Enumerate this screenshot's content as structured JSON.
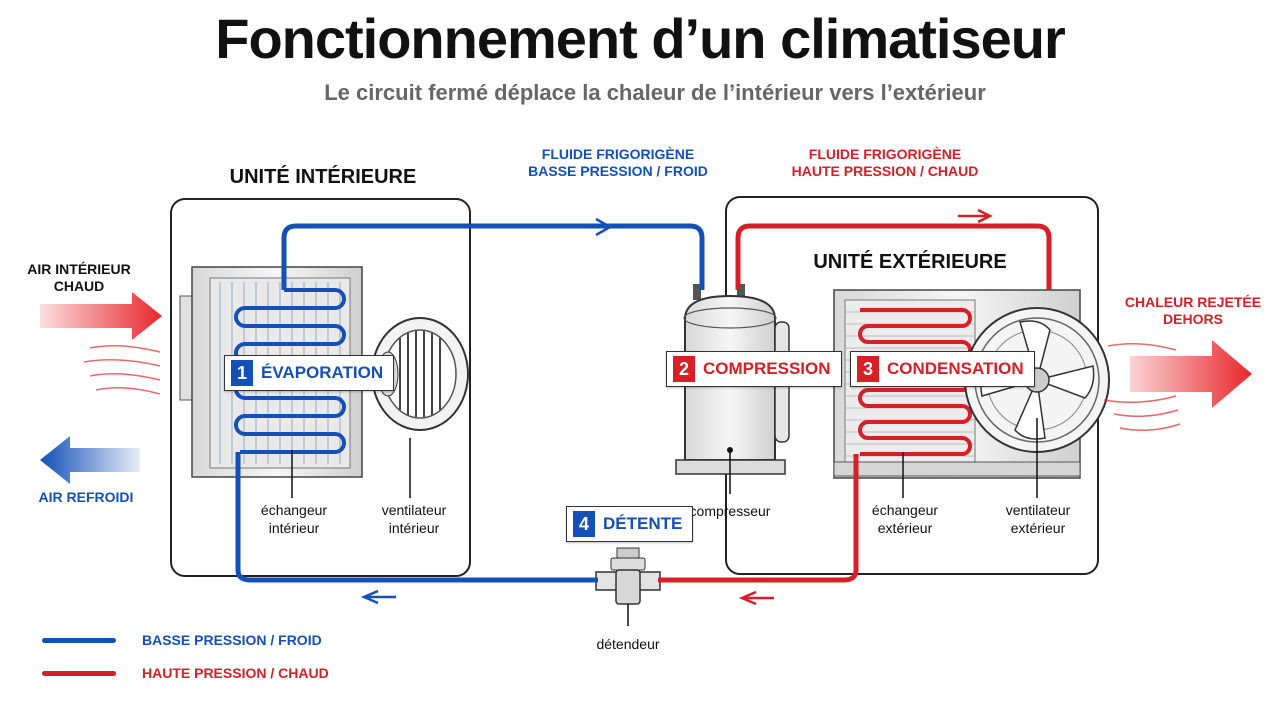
{
  "title": "Fonctionnement d’un climatiseur",
  "subtitle": "Le circuit fermé déplace la chaleur de l’intérieur vers l’extérieur",
  "indoor_unit": {
    "title": "UNITÉ INTÉRIEURE",
    "exchanger_label": "échangeur\nintérieur",
    "fan_label": "ventilateur\nintérieur"
  },
  "outdoor_unit": {
    "title": "UNITÉ EXTÉRIEURE",
    "exchanger_label": "échangeur\nextérieur",
    "fan_label": "ventilateur\nextérieur"
  },
  "flow_labels": {
    "low": "FLUIDE FRIGORIGÈNE\nBASSE PRESSION / FROID",
    "high": "FLUIDE FRIGORIGÈNE\nHAUTE PRESSION / CHAUD"
  },
  "air": {
    "warm_in": "AIR INTÉRIEUR\nCHAUD",
    "cooled": "AIR REFROIDI",
    "heat_out": "CHALEUR REJETÉE\nDEHORS"
  },
  "steps": [
    {
      "num": "1",
      "label": "ÉVAPORATION",
      "color": "#1450b8"
    },
    {
      "num": "2",
      "label": "COMPRESSION",
      "color": "#d61f26"
    },
    {
      "num": "3",
      "label": "CONDENSATION",
      "color": "#d61f26"
    },
    {
      "num": "4",
      "label": "DÉTENTE",
      "color": "#1450b8"
    }
  ],
  "components": {
    "compressor": "compresseur",
    "expansion_valve": "détendeur"
  },
  "legend": [
    {
      "label": "BASSE PRESSION / FROID",
      "color": "#1450b8"
    },
    {
      "label": "HAUTE PRESSION / CHAUD",
      "color": "#d61f26"
    }
  ],
  "colors": {
    "blue": "#1450b8",
    "red": "#d61f26",
    "box_border": "#222222"
  }
}
